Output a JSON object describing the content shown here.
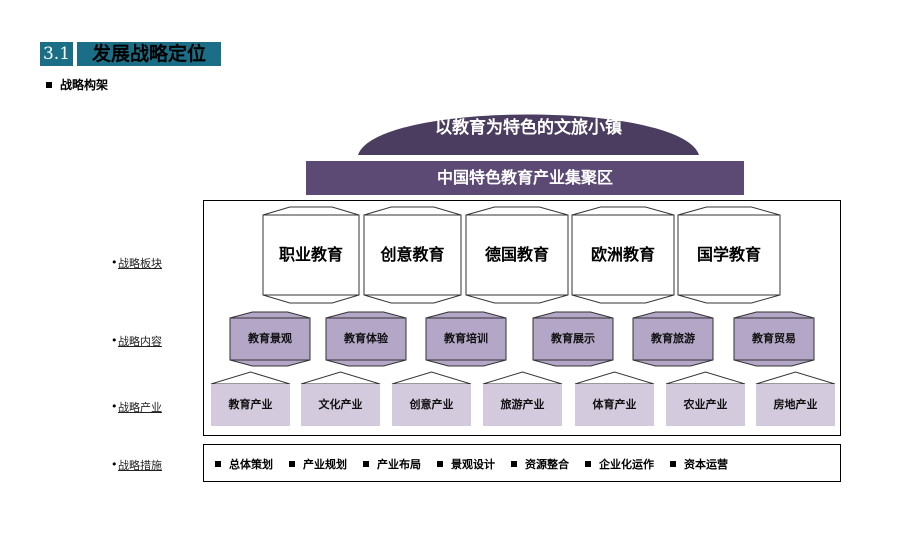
{
  "section": {
    "number": "3.1",
    "title": "发展战略定位"
  },
  "subsection": {
    "label": "战略构架"
  },
  "diagram": {
    "arch_title": "以教育为特色的文旅小镇",
    "banner": "中国特色教育产业集聚区",
    "row_labels": [
      "战略板块",
      "战略内容",
      "战略产业",
      "战略措施"
    ],
    "modules": [
      "职业教育",
      "创意教育",
      "德国教育",
      "欧洲教育",
      "国学教育"
    ],
    "contents": [
      "教育景观",
      "教育体验",
      "教育培训",
      "教育展示",
      "教育旅游",
      "教育贸易"
    ],
    "industries": [
      "教育产业",
      "文化产业",
      "创意产业",
      "旅游产业",
      "体育产业",
      "农业产业",
      "房地产业"
    ],
    "measures": [
      "总体策划",
      "产业规划",
      "产业布局",
      "景观设计",
      "资源整合",
      "企业化运作",
      "资本运营"
    ]
  },
  "colors": {
    "section_bg": "#1a6f86",
    "banner_bg": "#5c4a75",
    "content_fill": "#b3a6c6",
    "industry_fill": "#d3cadd"
  }
}
